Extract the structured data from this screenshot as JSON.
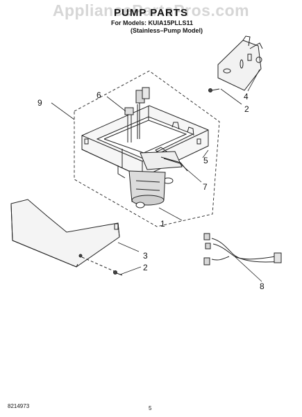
{
  "watermark": "AppliancePartsPros.com",
  "title": "PUMP PARTS",
  "models_line": "For Models: KUIA15PLLS11",
  "model_variant": "(Stainless–Pump Model)",
  "document_code": "8214973",
  "page_number": "5",
  "callouts": {
    "c1": "1",
    "c2a": "2",
    "c2b": "2",
    "c3": "3",
    "c4": "4",
    "c5": "5",
    "c6": "6",
    "c7": "7",
    "c8": "8",
    "c9": "9"
  }
}
